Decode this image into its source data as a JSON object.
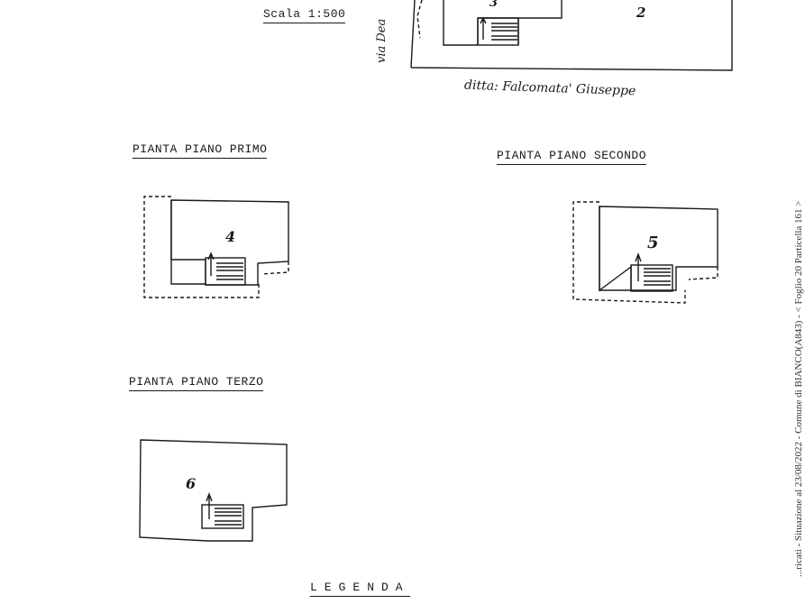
{
  "scale_label": "Scala 1:500",
  "street_label": "via Dea",
  "owner_label": "ditta: Falcomata' Giuseppe",
  "plans": [
    {
      "title": "PIANTA PIANO PRIMO",
      "unit_number": "4"
    },
    {
      "title": "PIANTA PIANO SECONDO",
      "unit_number": "5"
    },
    {
      "title": "PIANTA PIANO TERZO",
      "unit_number": "6"
    }
  ],
  "top_plan": {
    "unit_number_left": "3",
    "unit_number_right": "2"
  },
  "legend_title": "LEGENDA",
  "side_stamp": "...ricati - Situazione al 23/08/2022 - Comune di BIANCO(A843) - < Foglio 20 Particella 161 >"
}
